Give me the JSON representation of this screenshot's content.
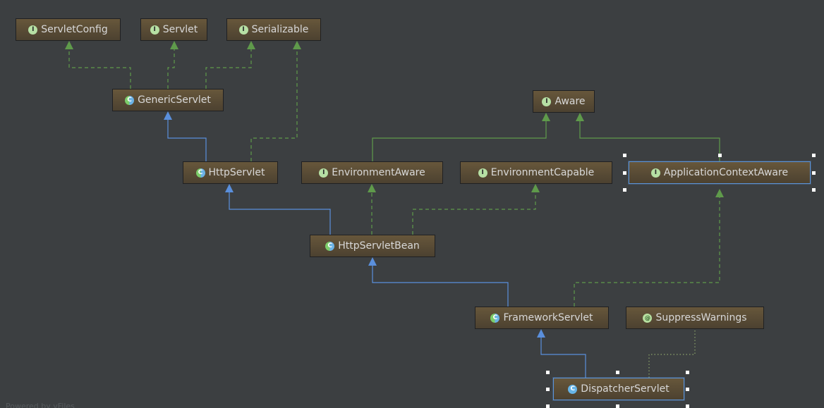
{
  "diagram": {
    "nodes": [
      {
        "id": "ServletConfig",
        "label": "ServletConfig",
        "kind": "interface",
        "badge": "I"
      },
      {
        "id": "Servlet",
        "label": "Servlet",
        "kind": "interface",
        "badge": "I"
      },
      {
        "id": "Serializable",
        "label": "Serializable",
        "kind": "interface",
        "badge": "I"
      },
      {
        "id": "GenericServlet",
        "label": "GenericServlet",
        "kind": "abstract-class",
        "badge": "C"
      },
      {
        "id": "Aware",
        "label": "Aware",
        "kind": "interface",
        "badge": "I"
      },
      {
        "id": "HttpServlet",
        "label": "HttpServlet",
        "kind": "abstract-class",
        "badge": "C"
      },
      {
        "id": "EnvironmentAware",
        "label": "EnvironmentAware",
        "kind": "interface",
        "badge": "I"
      },
      {
        "id": "EnvironmentCapable",
        "label": "EnvironmentCapable",
        "kind": "interface",
        "badge": "I"
      },
      {
        "id": "ApplicationContextAware",
        "label": "ApplicationContextAware",
        "kind": "interface",
        "badge": "I",
        "selected": true
      },
      {
        "id": "HttpServletBean",
        "label": "HttpServletBean",
        "kind": "abstract-class",
        "badge": "C"
      },
      {
        "id": "FrameworkServlet",
        "label": "FrameworkServlet",
        "kind": "abstract-class",
        "badge": "C"
      },
      {
        "id": "SuppressWarnings",
        "label": "SuppressWarnings",
        "kind": "annotation",
        "badge": "@"
      },
      {
        "id": "DispatcherServlet",
        "label": "DispatcherServlet",
        "kind": "class",
        "badge": "C",
        "selected": true
      }
    ],
    "edges": [
      {
        "from": "GenericServlet",
        "to": "ServletConfig",
        "type": "implements"
      },
      {
        "from": "GenericServlet",
        "to": "Servlet",
        "type": "implements"
      },
      {
        "from": "GenericServlet",
        "to": "Serializable",
        "type": "implements"
      },
      {
        "from": "HttpServlet",
        "to": "GenericServlet",
        "type": "extends"
      },
      {
        "from": "HttpServlet",
        "to": "Serializable",
        "type": "implements"
      },
      {
        "from": "EnvironmentAware",
        "to": "Aware",
        "type": "extends-interface"
      },
      {
        "from": "ApplicationContextAware",
        "to": "Aware",
        "type": "extends-interface"
      },
      {
        "from": "HttpServletBean",
        "to": "HttpServlet",
        "type": "extends"
      },
      {
        "from": "HttpServletBean",
        "to": "EnvironmentAware",
        "type": "implements"
      },
      {
        "from": "HttpServletBean",
        "to": "EnvironmentCapable",
        "type": "implements"
      },
      {
        "from": "FrameworkServlet",
        "to": "HttpServletBean",
        "type": "extends"
      },
      {
        "from": "FrameworkServlet",
        "to": "ApplicationContextAware",
        "type": "implements"
      },
      {
        "from": "DispatcherServlet",
        "to": "FrameworkServlet",
        "type": "extends"
      },
      {
        "from": "DispatcherServlet",
        "to": "SuppressWarnings",
        "type": "annotated-with"
      }
    ],
    "colors": {
      "background": "#3c3f41",
      "extends": "#5a8fdc",
      "implements": "#5f9a4b",
      "annotated-with": "#8ba36a",
      "node_fill_top": "#67573b",
      "node_fill_bottom": "#4c4130",
      "node_text": "#d8d8d8",
      "selection": "#5b93d8"
    }
  },
  "footer": {
    "text": "Powered by yFiles"
  }
}
